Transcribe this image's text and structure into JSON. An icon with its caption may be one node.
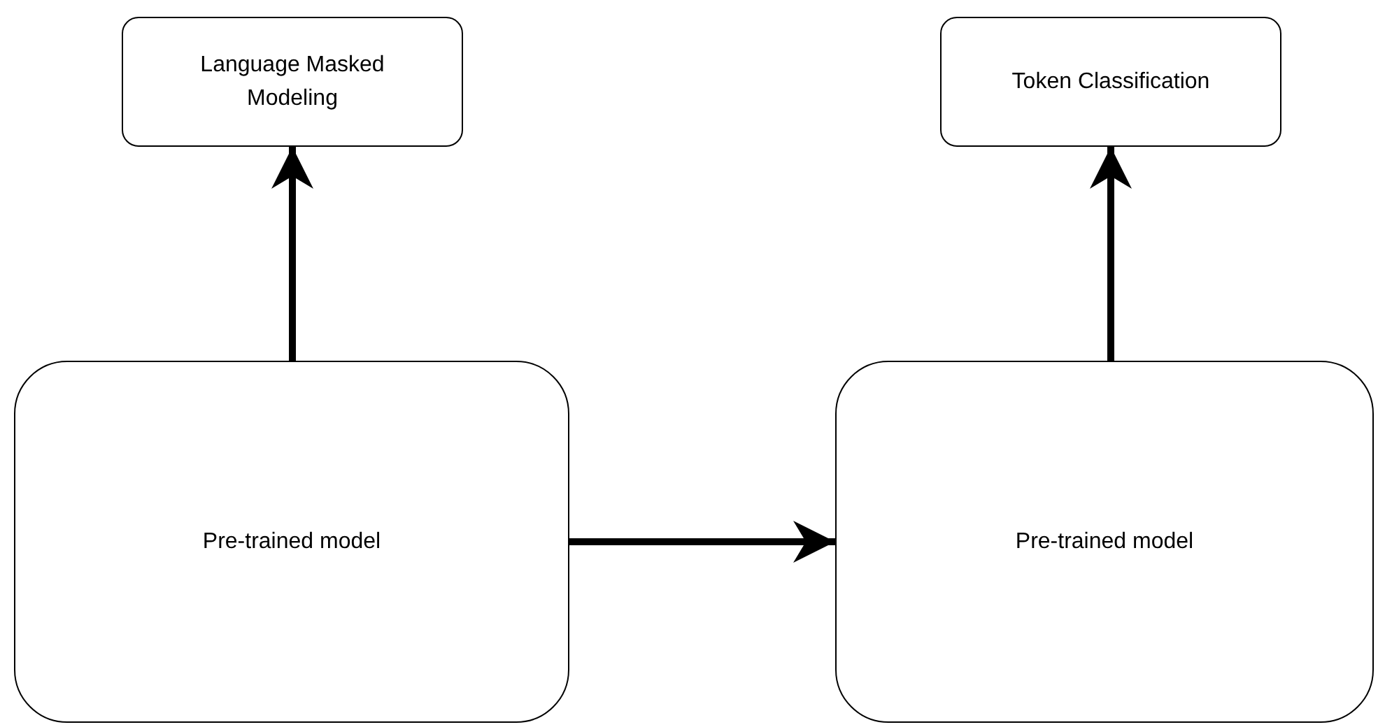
{
  "diagram": {
    "nodes": [
      {
        "text": [
          "Language Masked Modeling"
        ]
      },
      {
        "text": [
          "Token Classification"
        ]
      },
      {
        "text": [
          "Pre-trained model"
        ]
      },
      {
        "text": [
          "Pre-trained model"
        ]
      }
    ],
    "edges": [
      {
        "from": 2,
        "to": 0,
        "arrow": "to"
      },
      {
        "from": 2,
        "to": 3,
        "arrow": "to"
      },
      {
        "from": 3,
        "to": 1,
        "arrow": "to"
      }
    ]
  }
}
